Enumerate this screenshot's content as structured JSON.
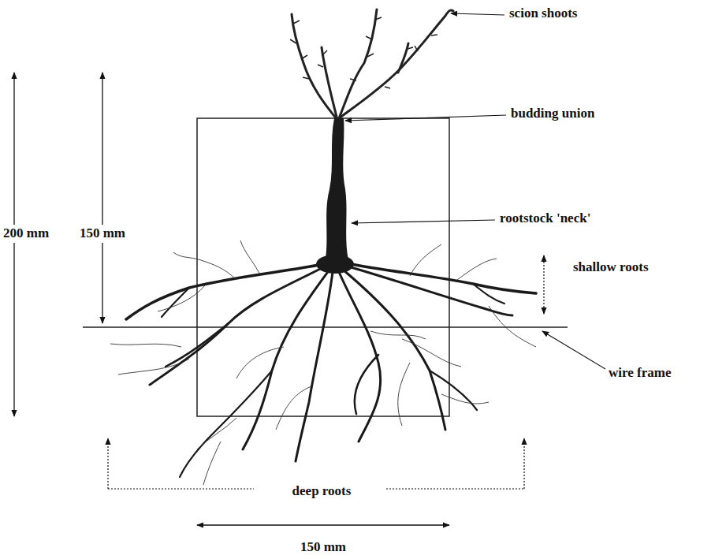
{
  "diagram": {
    "labels": [
      "scion shoots",
      "budding union",
      "200 mm",
      "150 mm",
      "rootstock 'neck'",
      "shallow roots",
      "wire frame",
      "deep roots",
      "150 mm"
    ]
  }
}
